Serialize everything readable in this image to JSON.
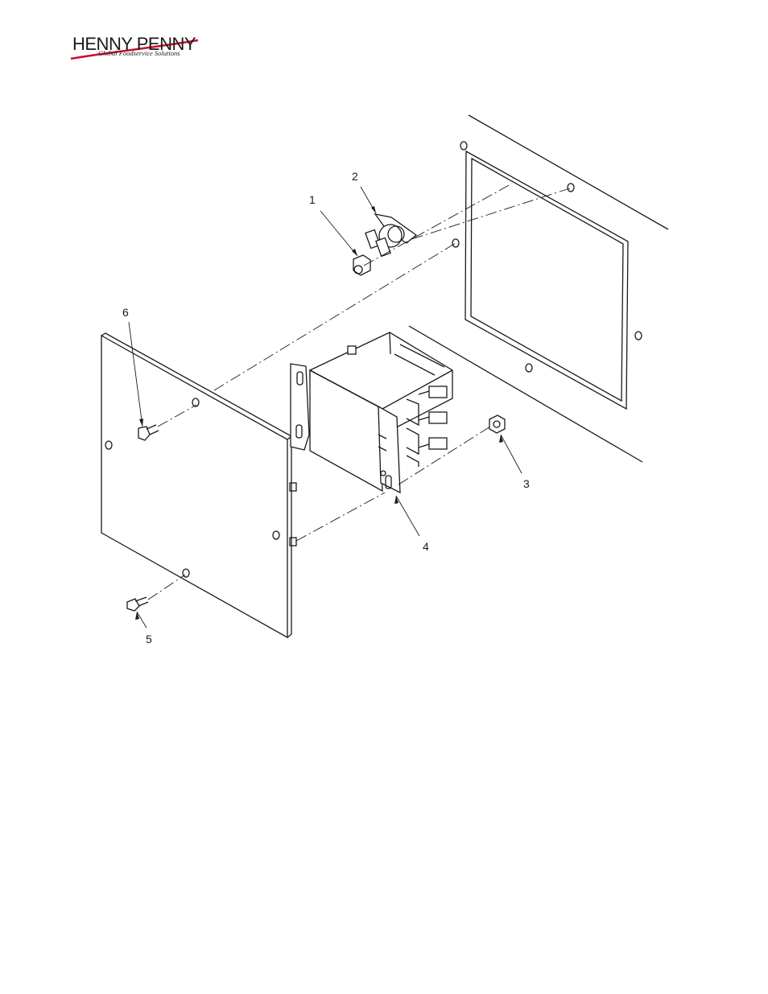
{
  "logo": {
    "brand": "HENNY PENNY",
    "tagline": "Global Foodservice Solutions",
    "swoosh_color": "#c8102e"
  },
  "diagram": {
    "callouts": [
      {
        "id": "1",
        "label": "1"
      },
      {
        "id": "2",
        "label": "2"
      },
      {
        "id": "3",
        "label": "3"
      },
      {
        "id": "4",
        "label": "4"
      },
      {
        "id": "5",
        "label": "5"
      },
      {
        "id": "6",
        "label": "6"
      }
    ]
  }
}
